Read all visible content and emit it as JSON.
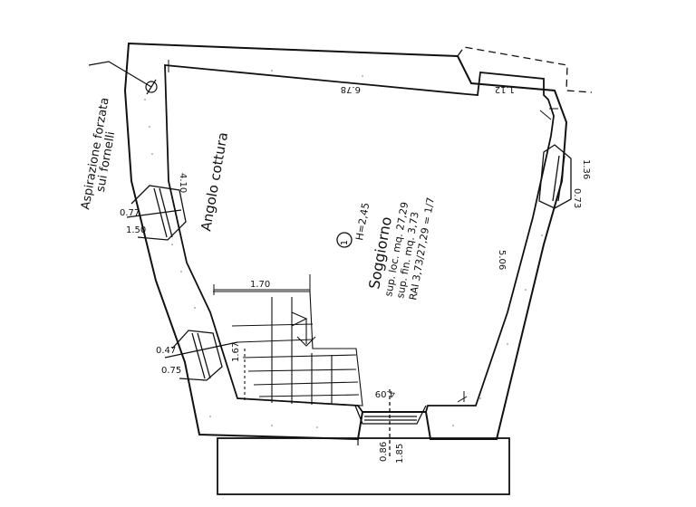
{
  "plan": {
    "room_number": "1",
    "height": "H=2,45",
    "room_name": "Soggiorno",
    "area_loc": "sup. loc. mq. 27,29",
    "area_fin": "sup. fin. mq. 3,73",
    "rai": "RAI 3,73/27,29 = 1/7",
    "kitchen_corner": "Angolo cottura",
    "extraction_line1": "Aspirazione forzata",
    "extraction_line2": "sui fornelli",
    "dims": {
      "top": "6.78",
      "notch": "1.12",
      "right_height": "5.06",
      "bottom_width": "4.09",
      "left_upper": "4.10",
      "stair_width": "1.70",
      "stair_height": "1.67",
      "win_left_top_w": "0.77",
      "win_left_top_h": "1.50",
      "win_left_bot_w": "0.47",
      "win_left_bot_h": "0.75",
      "win_right_w": "1.36",
      "win_right_h": "0.73",
      "win_bottom_w": "0.86",
      "win_bottom_h": "1.85"
    }
  }
}
